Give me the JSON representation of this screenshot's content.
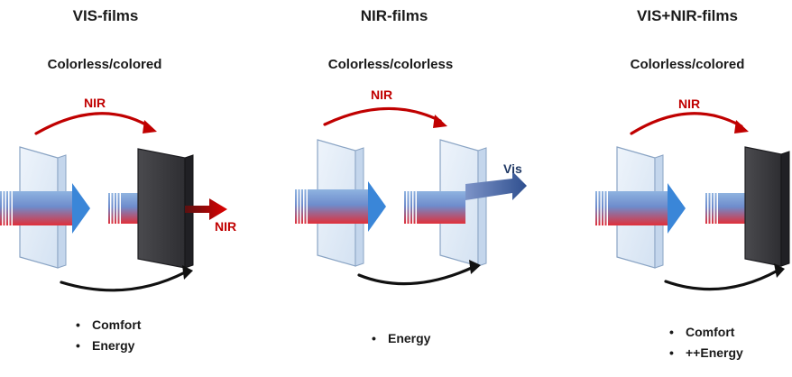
{
  "panels": [
    {
      "title": "VIS-films",
      "subtitle": "Colorless/colored",
      "top_arrow_label": "NIR",
      "transmitted_label": "NIR",
      "bullets": [
        "Comfort",
        "Energy"
      ]
    },
    {
      "title": "NIR-films",
      "subtitle": "Colorless/colorless",
      "top_arrow_label": "NIR",
      "transmitted_label": "Vis",
      "bullets": [
        "Energy"
      ]
    },
    {
      "title": "VIS+NIR-films",
      "subtitle": "Colorless/colored",
      "top_arrow_label": "NIR",
      "bullets": [
        "Comfort",
        "++Energy"
      ]
    }
  ],
  "colors": {
    "clear_film": "#dbe7f5",
    "dark_film": "#3a3a3a",
    "red": "#c00000",
    "blue_arrow": "#3a6fb8",
    "vis_blue": "#1f3864"
  }
}
